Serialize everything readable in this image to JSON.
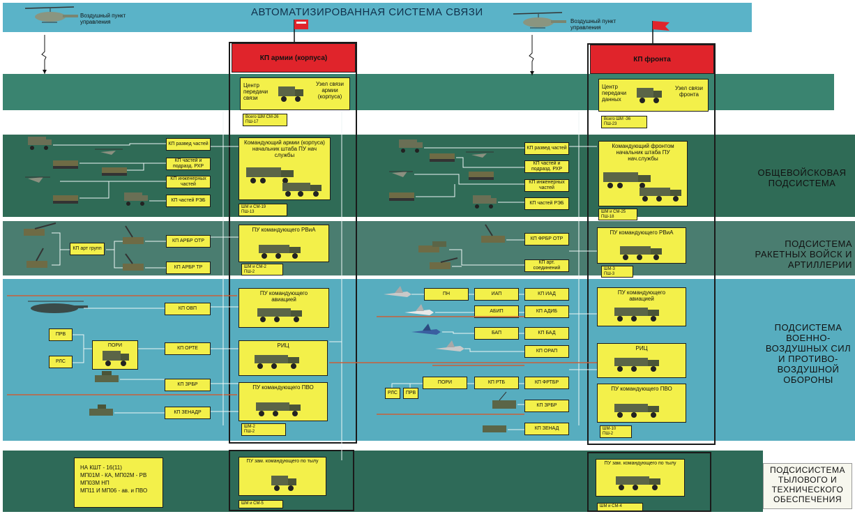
{
  "title": "АВТОМАТИЗИРОВАННАЯ  СИСТЕМА СВЯЗИ",
  "air_cp_left": "Воздушный пункт управления",
  "air_cp_right": "Воздушный пункт управления",
  "army_cp": "КП армии (корпуса)",
  "front_cp": "КП фронта",
  "army_node": {
    "center": "Центр передачи связи",
    "node": "Узел связи армии (корпуса)",
    "stats": "Всего ШМ СМ-26\nПШ-17"
  },
  "front_node": {
    "center": "Центр передачи данных",
    "node": "Узел связи фронта",
    "stats": "Всего ШМ -36\nПШ-23"
  },
  "subsystems": {
    "general": "ОБЩЕВОЙСКОВАЯ ПОДСИСТЕМА",
    "rocket": "ПОДСИСТЕМА РАКЕТНЫХ ВОЙСК И АРТИЛЛЕРИИ",
    "airforce": "ПОДСИСТЕМА ВОЕННО-ВОЗДУШНЫХ СИЛ И ПРОТИВО-ВОЗДУШНОЙ ОБОРОНЫ",
    "logistics": "ПОДСИСИСТЕМА ТЫЛОВОГО И ТЕХНИЧЕСКОГО ОБЕСПЕЧЕНИЯ"
  },
  "left_general": [
    "КП развед частей",
    "КП частей и подразд. РХР",
    "КП инженерных частей",
    "КП частей РЭБ"
  ],
  "right_general": [
    "КП развед частей",
    "КП частей и подразд. РХР",
    "КП инженерных частей",
    "КП частей РЭБ"
  ],
  "army_general": {
    "title": "Командующий армии (корпуса) начальник штаба ПУ нач службы",
    "stats": "ШМ и СМ-19\nПШ-13"
  },
  "front_general": {
    "title": "Командующий фронтом начальник штаба ПУ нач.службы",
    "stats": "ШМ и СМ-25\nПШ-18"
  },
  "left_rocket": {
    "group": "КП арт групп",
    "a": "КП АРБР ОТР",
    "b": "КП АРБР ТР"
  },
  "right_rocket": {
    "a": "КП ФРБР ОТР",
    "b": "КП арт. соединений"
  },
  "army_rocket": {
    "title": "ПУ командующего РВиА",
    "stats": "ШМ и СМ-2\nПШ-2"
  },
  "front_rocket": {
    "title": "ПУ командующего РВиА",
    "stats": "ШМ-3\nПШ-3"
  },
  "left_air": {
    "ovp": "КП ОВП",
    "prv": "ПРВ",
    "rls": "РЛС",
    "pori": "ПОРИ",
    "orte": "КП ОРТЕ",
    "zrbr": "КП ЗРБР",
    "zenadr": "КП ЗЕНАДР"
  },
  "right_air": {
    "pn": "ПН",
    "iap": "ИАП",
    "kp_iad": "КП ИАД",
    "abip": "АБИП",
    "kp_adib": "КП АДИБ",
    "bap": "БАП",
    "kp_bad": "КП БАД",
    "kp_orap": "КП ОРАП",
    "pori": "ПОРИ",
    "kp_rtb": "КП РТБ",
    "frtbr": "КП ФРТБР",
    "rls": "РЛС",
    "prv": "ПРВ",
    "kp_zrbr": "КП ЗРБР",
    "kp_zenad": "КП ЗЕНАД"
  },
  "army_air": {
    "aviation": "ПУ командующего авиацией",
    "ric": "РИЦ",
    "pvo": "ПУ командующего ПВО",
    "stats": "ШМ-2\nПШ-2"
  },
  "front_air": {
    "aviation": "ПУ командующего авиацией",
    "ric": "РИЦ",
    "pvo": "ПУ командующего ПВО",
    "stats": "ШМ-10\nПШ-2"
  },
  "logistics_note": "НА КШТ - 16(11)\nМП01М - КА, МП02М - РВ\nМП03М НП\nМП11 И МП06 - ав. и ПВО",
  "army_log": {
    "title": "ПУ зам. командующего по тылу",
    "stats": "ШМ и СМ-5"
  },
  "front_log": {
    "title": "ПУ зам. командующего по тылу",
    "stats": "ШМ и СМ-4"
  },
  "colors": {
    "sky": "#5ab3c8",
    "green": "#2f6b56",
    "yellow": "#f3f04a",
    "red": "#e0242b",
    "link": "#c8603a"
  }
}
